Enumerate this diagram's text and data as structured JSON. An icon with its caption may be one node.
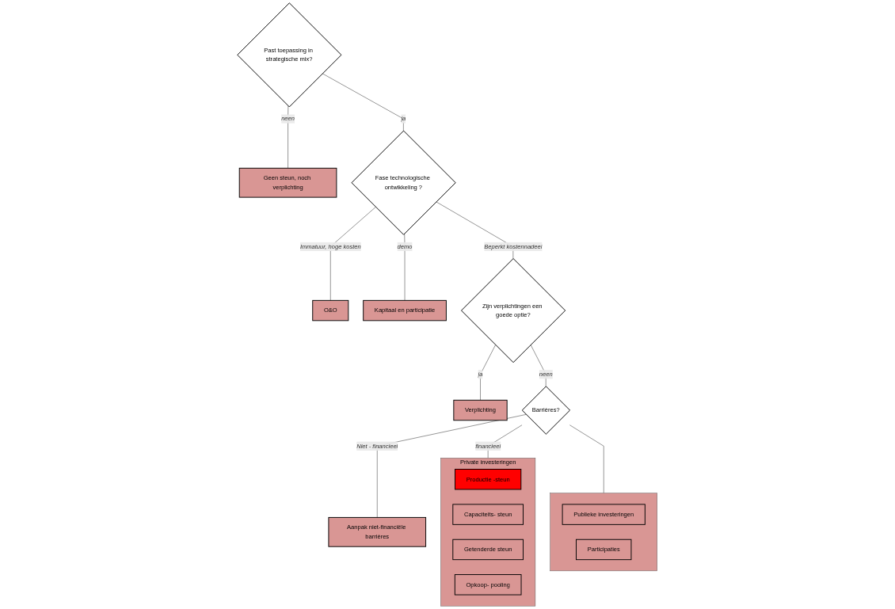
{
  "diagram": {
    "nodes": [
      {
        "text": [
          "Past toepassing in strategische mix?"
        ]
      },
      {
        "text": [
          "Geen steun, noch verplichting"
        ]
      },
      {
        "text": [
          "O&O"
        ]
      },
      {
        "text": [
          "Fase technologische ontwikkeling ?"
        ]
      },
      {
        "text": [
          "Kapitaal en participatie"
        ]
      },
      {
        "text": [
          "Zijn verplichtingen een goede optie?"
        ]
      },
      {
        "text": [
          "Verplichting"
        ]
      },
      {
        "text": [
          "Barrières?"
        ]
      },
      {
        "text": [
          "Aanpak niet-financiële barrières"
        ]
      },
      {
        "text": [
          "Private investeringen"
        ]
      },
      {
        "text": [
          "Productie -steun"
        ],
        "in": 9
      },
      {
        "text": [
          "Capaciteits- steun"
        ],
        "in": 9
      },
      {
        "text": [
          "Getenderde steun"
        ],
        "in": 9
      },
      {
        "text": [
          "Opkoop- pooling"
        ],
        "in": 9
      },
      {
        "text": [],
        "shape": "box"
      },
      {
        "text": [
          "Publieke investeringen"
        ],
        "in": 14
      },
      {
        "text": [
          "Participaties"
        ],
        "in": 14
      }
    ],
    "edges": [
      {
        "from": 0,
        "to": 1,
        "arrow": "none",
        "label": "neen"
      },
      {
        "from": 0,
        "to": 3,
        "arrow": "none",
        "label": "ja"
      },
      {
        "from": 3,
        "to": 2,
        "arrow": "none",
        "label": "Immatuur, hoge kosten"
      },
      {
        "from": 3,
        "to": 4,
        "arrow": "none",
        "label": "demo"
      },
      {
        "from": 3,
        "to": 5,
        "arrow": "none",
        "label": "Beperkt kostennadeel"
      },
      {
        "from": 5,
        "to": 6,
        "arrow": "none",
        "label": "ja"
      },
      {
        "from": 5,
        "to": 7,
        "arrow": "none",
        "label": "neen"
      },
      {
        "from": 7,
        "to": 8,
        "arrow": "none",
        "label": "Niet - financieel"
      },
      {
        "from": 7,
        "to": 9,
        "arrow": "none",
        "label": "financieel"
      },
      {
        "from": 7,
        "to": 14,
        "arrow": "none"
      }
    ]
  }
}
